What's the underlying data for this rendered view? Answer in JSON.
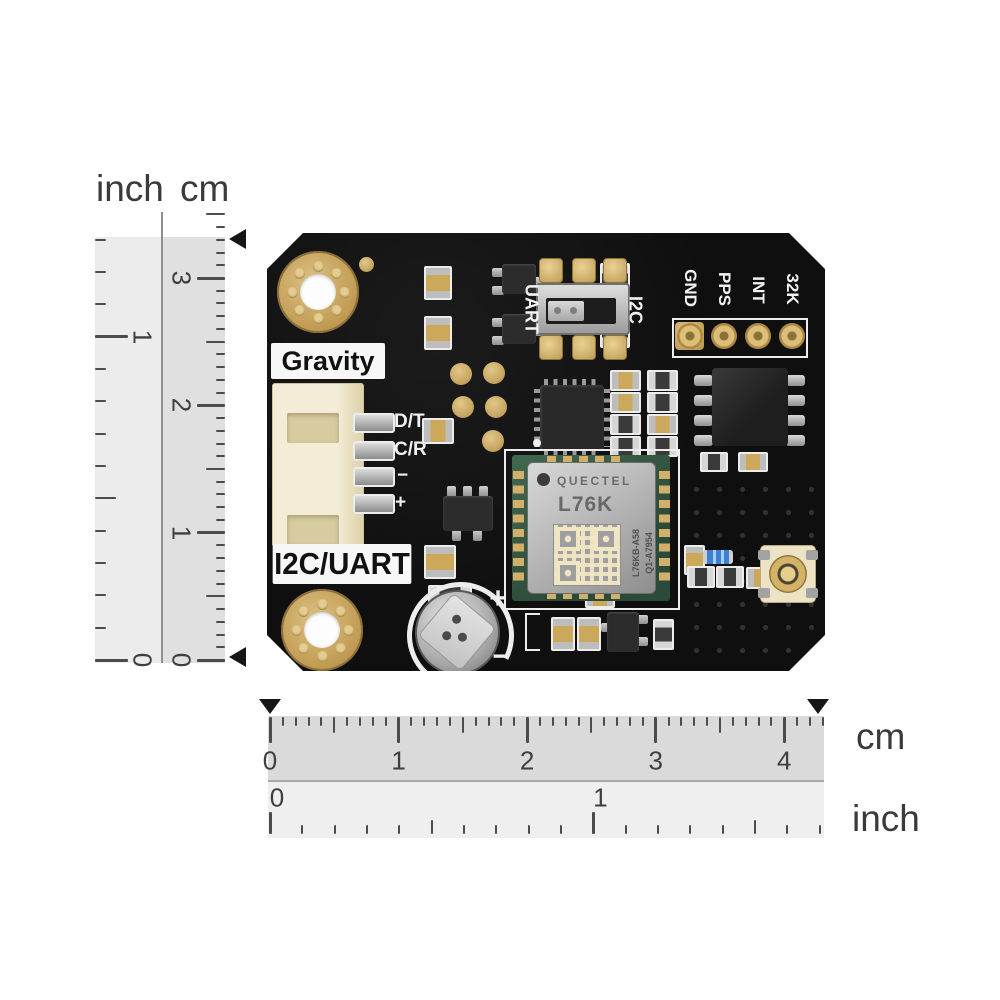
{
  "vertical_ruler": {
    "inch_label": "inch",
    "cm_label": "cm",
    "cm_numbers": [
      "0",
      "1",
      "2",
      "3"
    ],
    "inch_numbers": [
      "0",
      "1"
    ]
  },
  "horizontal_ruler": {
    "cm_label": "cm",
    "inch_label": "inch",
    "cm_numbers": [
      "0",
      "1",
      "2",
      "3",
      "4"
    ],
    "inch_numbers": [
      "0",
      "1"
    ]
  },
  "board": {
    "brand_label": "Gravity",
    "interface_label": "I2C/UART",
    "switch_labels": {
      "left": "UART",
      "right": "I2C"
    },
    "header_pins": [
      "GND",
      "PPS",
      "INT",
      "32K"
    ],
    "connector_pins": [
      "D/T",
      "C/R",
      "−",
      "+"
    ],
    "module": {
      "vendor": "QUECTEL",
      "model": "L76K",
      "part_number": "L76KB-A58",
      "serial": "Q1-A7954"
    },
    "capacitor": {
      "plus": "+",
      "minus": "−"
    }
  },
  "colors": {
    "board": "#0f0f0f",
    "gold": "#c9a45f",
    "silkscreen": "#f0f0f0",
    "ruler_cm_band": "#dadada",
    "ruler_inch_band": "#efefef",
    "marker": "#161616"
  }
}
